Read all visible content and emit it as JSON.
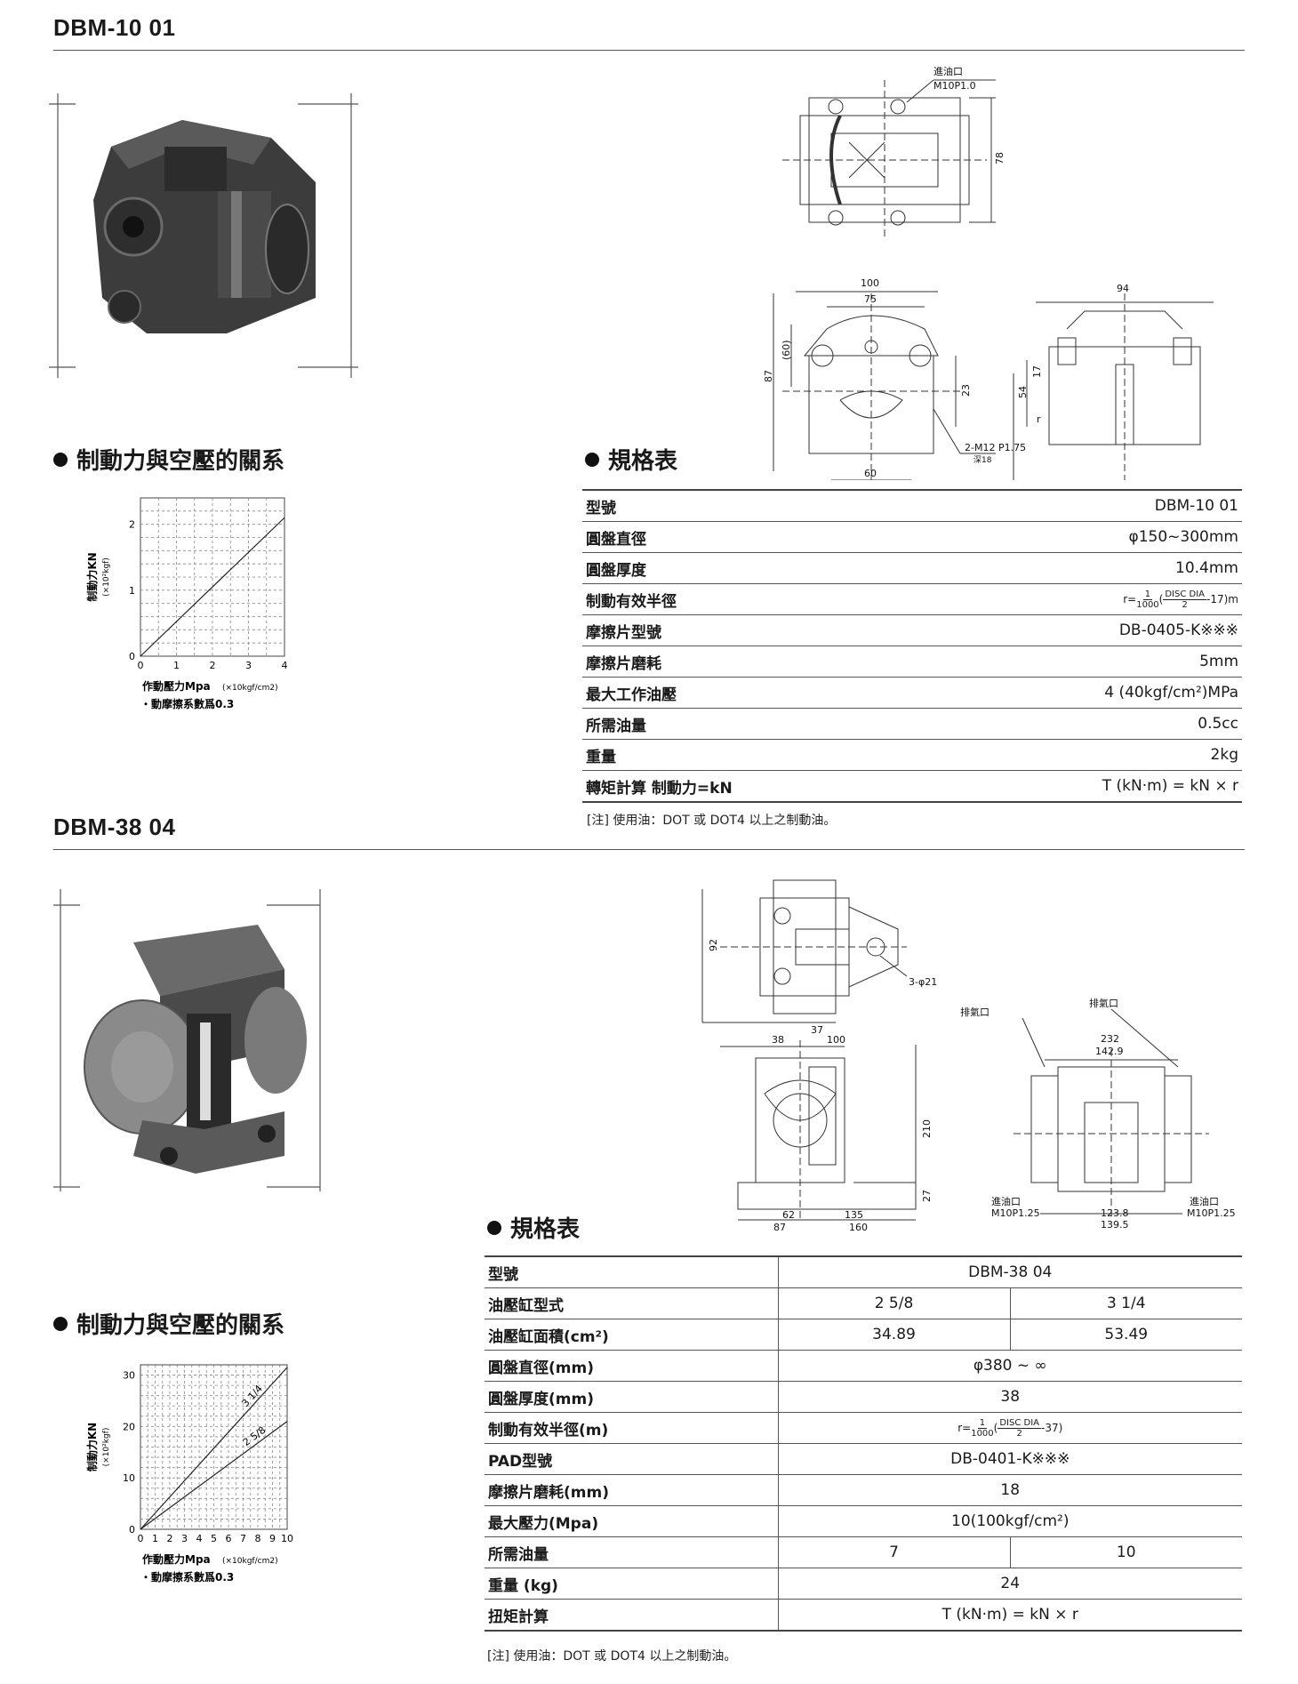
{
  "section1": {
    "title": "DBM-10  01",
    "relation_title": "制動力與空壓的關系",
    "spec_title": "規格表",
    "chart_note": "・動摩擦系數爲0.3",
    "spec_rows": [
      {
        "label": "型號",
        "value": "DBM-10 01"
      },
      {
        "label": "圓盤直徑",
        "value": "φ150~300mm"
      },
      {
        "label": "圓盤厚度",
        "value": "10.4mm"
      },
      {
        "label": "制動有效半徑",
        "value": ""
      },
      {
        "label": "摩擦片型號",
        "value": "DB-0405-K※※※"
      },
      {
        "label": "摩擦片磨耗",
        "value": "5mm"
      },
      {
        "label": "最大工作油壓",
        "value": "4 (40kgf/cm²)MPa"
      },
      {
        "label": "所需油量",
        "value": "0.5cc"
      },
      {
        "label": "重量",
        "value": "2kg"
      },
      {
        "label": "轉矩計算  制動力=kN",
        "value": "T (kN·m) = kN × r"
      }
    ],
    "radius_formula": {
      "prefix": "r=",
      "num": "1",
      "den": "1000",
      "inner_num": "DISC DIA",
      "inner_den": "2",
      "suffix": "-17)m"
    },
    "note": "[注]  使用油：DOT 或 DOT4 以上之制動油。",
    "drawing_labels": {
      "inlet": "進油口",
      "inlet_thread": "M10P1.0",
      "d78": "78",
      "d100": "100",
      "d75": "75",
      "d94": "94",
      "d60p": "(60)",
      "d87": "87",
      "d23": "23",
      "d54": "54",
      "d17": "17",
      "r": "r",
      "bolt": "2-M12 P1.75",
      "depth": "深18",
      "d60": "60"
    }
  },
  "section2": {
    "title": "DBM-38  04",
    "relation_title": "制動力與空壓的關系",
    "spec_title": "規格表",
    "chart_note": "・動摩擦系數爲0.3",
    "spec_rows": [
      {
        "label": "型號",
        "values": [
          "DBM-38  04"
        ]
      },
      {
        "label": "油壓缸型式",
        "values": [
          "2 5/8",
          "3 1/4"
        ]
      },
      {
        "label": "油壓缸面積(cm²)",
        "values": [
          "34.89",
          "53.49"
        ]
      },
      {
        "label": "圓盤直徑(mm)",
        "values": [
          "φ380 ~ ∞"
        ]
      },
      {
        "label": "圓盤厚度(mm)",
        "values": [
          "38"
        ]
      },
      {
        "label": "制動有效半徑(m)",
        "values": [
          ""
        ]
      },
      {
        "label": "PAD型號",
        "values": [
          "DB-0401-K※※※"
        ]
      },
      {
        "label": "摩擦片磨耗(mm)",
        "values": [
          "18"
        ]
      },
      {
        "label": "最大壓力(Mpa)",
        "values": [
          "10(100kgf/cm²)"
        ]
      },
      {
        "label": "所需油量",
        "values": [
          "7",
          "10"
        ]
      },
      {
        "label": "重量 (kg)",
        "values": [
          "24"
        ]
      },
      {
        "label": "扭矩計算",
        "values": [
          "T (kN·m) = kN × r"
        ]
      }
    ],
    "radius_formula": {
      "prefix": "r=",
      "num": "1",
      "den": "1000",
      "inner_num": "DISC DIA",
      "inner_den": "2",
      "suffix": "-37)"
    },
    "note": "[注]  使用油：DOT 或 DOT4 以上之制動油。",
    "drawing_labels": {
      "d92": "92",
      "holes": "3-φ21",
      "d37": "37",
      "d38": "38",
      "d100": "100",
      "d210": "210",
      "d27": "27",
      "d62": "62",
      "d135": "135",
      "d87": "87",
      "d160": "160",
      "exhaust": "排氣口",
      "d232": "232",
      "d142_9": "142.9",
      "inlet": "進油口",
      "inlet_thread": "M10P1.25",
      "d123_8": "123.8",
      "d139_5": "139.5"
    }
  },
  "chart_data": [
    {
      "type": "line",
      "title": "",
      "xlabel": "作動壓力Mpa (×10kgf/cm2)",
      "ylabel": "制動力KN (×10²kgf)",
      "xlim": [
        0,
        4
      ],
      "ylim": [
        0,
        2.4
      ],
      "xticks": [
        "0",
        "1",
        "2",
        "3",
        "4"
      ],
      "yticks": [
        "0",
        "1",
        "2"
      ],
      "grid": true,
      "series": [
        {
          "values": [
            [
              0,
              0
            ],
            [
              4,
              2.1
            ]
          ]
        }
      ]
    },
    {
      "type": "line",
      "title": "",
      "xlabel": "作動壓力Mpa (×10kgf/cm2)",
      "ylabel": "制動力KN (×10²kgf)",
      "xlim": [
        0,
        10
      ],
      "ylim": [
        0,
        32
      ],
      "xticks": [
        "0",
        "1",
        "2",
        "3",
        "4",
        "5",
        "6",
        "7",
        "8",
        "9",
        "10"
      ],
      "yticks": [
        "0",
        "10",
        "20",
        "30"
      ],
      "grid": true,
      "series": [
        {
          "name": "3 1/4",
          "values": [
            [
              0,
              0
            ],
            [
              10,
              31.5
            ]
          ]
        },
        {
          "name": "2 5/8",
          "values": [
            [
              0,
              0
            ],
            [
              10,
              21
            ]
          ]
        }
      ]
    }
  ]
}
